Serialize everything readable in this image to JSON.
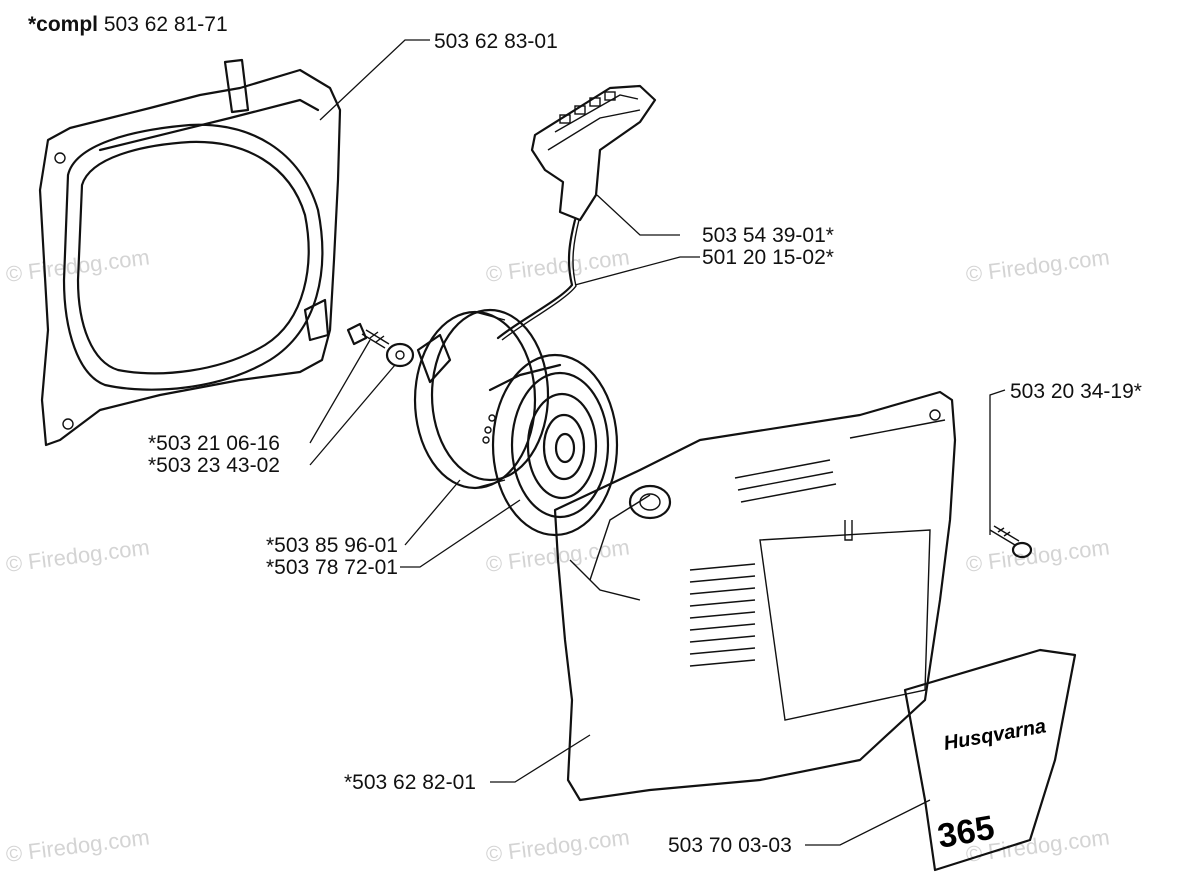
{
  "watermark": "© Firedog.com",
  "parts": {
    "assembly": {
      "prefix": "*compl",
      "number": "503 62 81-71"
    },
    "fan_housing": "503 62 83-01",
    "starter_handle": "503 54 39-01*",
    "starter_cord": "501 20 15-02*",
    "screw_left": "*503 21 06-16",
    "washer": "*503 23 43-02",
    "pulley": "*503 85 96-01",
    "spring": "*503 78 72-01",
    "screw_right": "503 20 34-19*",
    "starter_cover": "*503 62 82-01",
    "decal": "503 70 03-03"
  },
  "decal_content": {
    "brand": "Husqvarna",
    "model": "365"
  }
}
